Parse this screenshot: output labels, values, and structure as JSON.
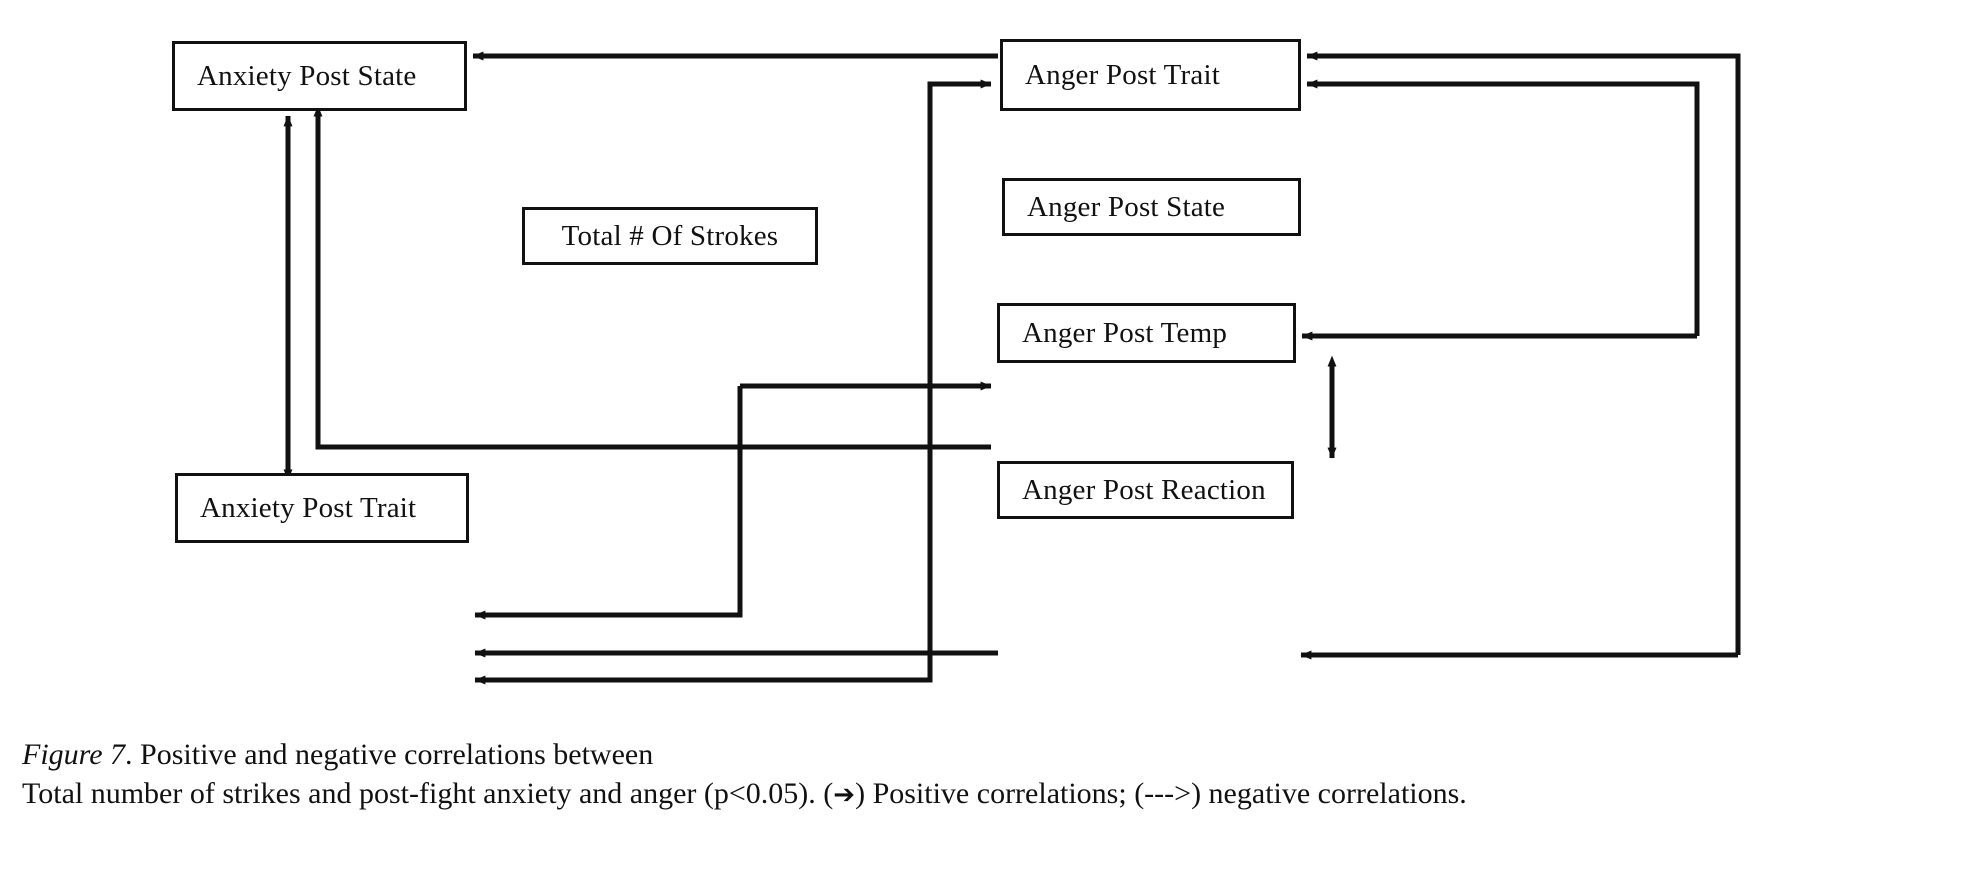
{
  "figure": {
    "id": "Figure 7",
    "caption_line1_prefix": "Figure 7",
    "caption_line1_rest": ". Positive and negative correlations between",
    "caption_line2_a": "Total number of strikes and post-fight anxiety and anger (p<0.05). (",
    "caption_arrow_positive": "➔",
    "caption_line2_b": ") Positive correlations; (--->) negative correlations.",
    "significance": "p<0.05",
    "positive_marker": "➔",
    "negative_marker": "--->"
  },
  "colors": {
    "stroke": "#111111",
    "box_fill": "#ffffff",
    "background": "#ffffff",
    "text": "#111111"
  },
  "nodes": {
    "anxiety_post_state": {
      "label": "Anxiety Post State"
    },
    "anxiety_post_trait": {
      "label": "Anxiety Post Trait"
    },
    "total_strokes": {
      "label": "Total # Of Strokes"
    },
    "anger_post_trait": {
      "label": "Anger Post Trait"
    },
    "anger_post_state": {
      "label": "Anger Post State"
    },
    "anger_post_temp": {
      "label": "Anger Post Temp"
    },
    "anger_post_reaction": {
      "label": "Anger Post Reaction"
    }
  },
  "chart_data": {
    "type": "diagram",
    "title": "Positive and negative correlations between Total number of strikes and post-fight anxiety and anger",
    "nodes": [
      "Anxiety Post State",
      "Anxiety Post Trait",
      "Total # Of Strokes",
      "Anger Post Trait",
      "Anger Post State",
      "Anger Post Temp",
      "Anger Post Reaction"
    ],
    "edges": [
      {
        "from": "Anger Post Trait",
        "to": "Anxiety Post State",
        "style": "solid",
        "heads": "single"
      },
      {
        "from": "Anxiety Post Trait",
        "to": "Anxiety Post State",
        "style": "solid",
        "heads": "double"
      },
      {
        "from": "Anxiety Post State",
        "to": "Anger Post Temp",
        "style": "solid",
        "heads": "single"
      },
      {
        "from": "Anger Post Reaction",
        "to": "Anger Post Trait",
        "style": "solid",
        "heads": "single"
      },
      {
        "from": "Anger Post Trait",
        "to": "Anger Post Temp",
        "style": "solid",
        "heads": "single"
      },
      {
        "from": "Anger Post Trait",
        "to": "Anger Post Reaction",
        "style": "solid",
        "heads": "single"
      },
      {
        "from": "Anger Post Temp",
        "to": "Anger Post Reaction",
        "style": "solid",
        "heads": "double"
      },
      {
        "from": "Anxiety Post Trait",
        "to": "Anger Post Temp",
        "style": "solid",
        "heads": "single"
      },
      {
        "from": "Anger Post Temp",
        "to": "Anxiety Post Trait",
        "style": "solid",
        "heads": "single"
      },
      {
        "from": "Anger Post Reaction",
        "to": "Anxiety Post Trait",
        "style": "solid",
        "heads": "single"
      },
      {
        "from": "Anger Post Trait",
        "to": "Anxiety Post Trait",
        "style": "solid",
        "heads": "single"
      }
    ],
    "legend": [
      {
        "marker": "➔",
        "meaning": "Positive correlations"
      },
      {
        "marker": "--->",
        "meaning": "negative correlations"
      }
    ]
  }
}
